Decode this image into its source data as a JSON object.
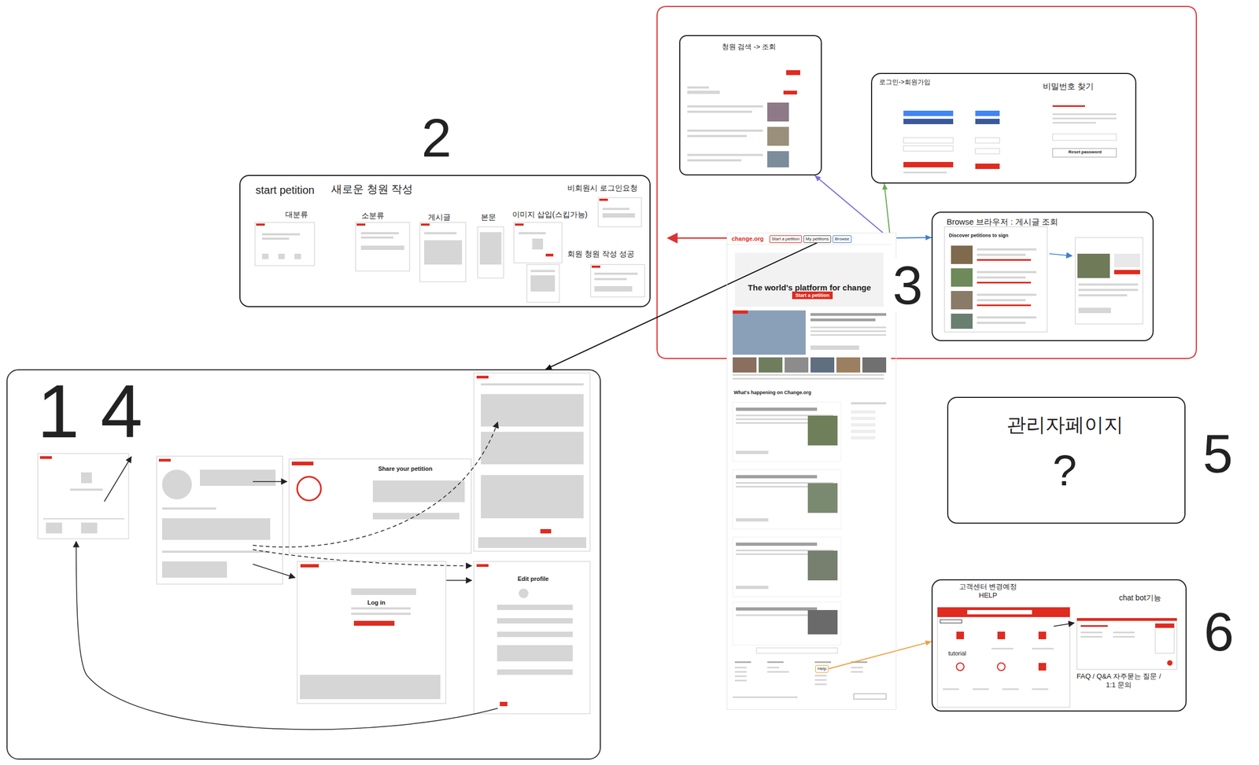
{
  "diagram": {
    "nodes": [
      {
        "text": [
          "start petition",
          "새로운 청원 작성"
        ]
      },
      {
        "text": [
          "청원 검색 -> 조회"
        ]
      },
      {
        "text": [
          "로그인->회원가입",
          "비밀번호 찾기"
        ]
      },
      {
        "text": [
          "Browse 브라우저 : 게시글 조회"
        ]
      },
      {
        "text": [
          "change.org",
          "The world's platform for change"
        ]
      },
      {
        "text": [
          "Start a petition"
        ],
        "in": 4
      },
      {
        "text": [
          "My petitions"
        ],
        "in": 4
      },
      {
        "text": [
          "Browse"
        ],
        "in": 4
      },
      {
        "text": [
          "Help"
        ],
        "in": 4
      },
      {
        "text": [
          "1",
          "4"
        ]
      },
      {
        "text": [
          "관리자페이지",
          "?"
        ]
      },
      {
        "text": [
          "고객센터 변경예정 HELP",
          "chat bot기능",
          "FAQ / Q&A 자주묻는 질문 / 1:1 문의"
        ]
      }
    ],
    "edges": [
      {
        "from": 6,
        "to": 9,
        "arrow": "to"
      },
      {
        "from": 4,
        "to": 1,
        "arrow": "to"
      },
      {
        "from": 4,
        "to": 2,
        "arrow": "to"
      },
      {
        "from": 4,
        "to": 3,
        "arrow": "to"
      },
      {
        "from": 8,
        "to": 11,
        "arrow": "to"
      }
    ],
    "labels": [
      "2",
      "대분류",
      "소분류",
      "게시글",
      "본문",
      "이미지 삽입(스킵가능)",
      "비회원시 로그인요청",
      "회원 청원 작성 성공",
      "Share your petition",
      "Log in",
      "Edit profile",
      "Reset password",
      "Discover petitions to sign",
      "3",
      "What's happening on Change.org",
      "Start a petition",
      "5",
      "tutorial",
      "6"
    ]
  }
}
